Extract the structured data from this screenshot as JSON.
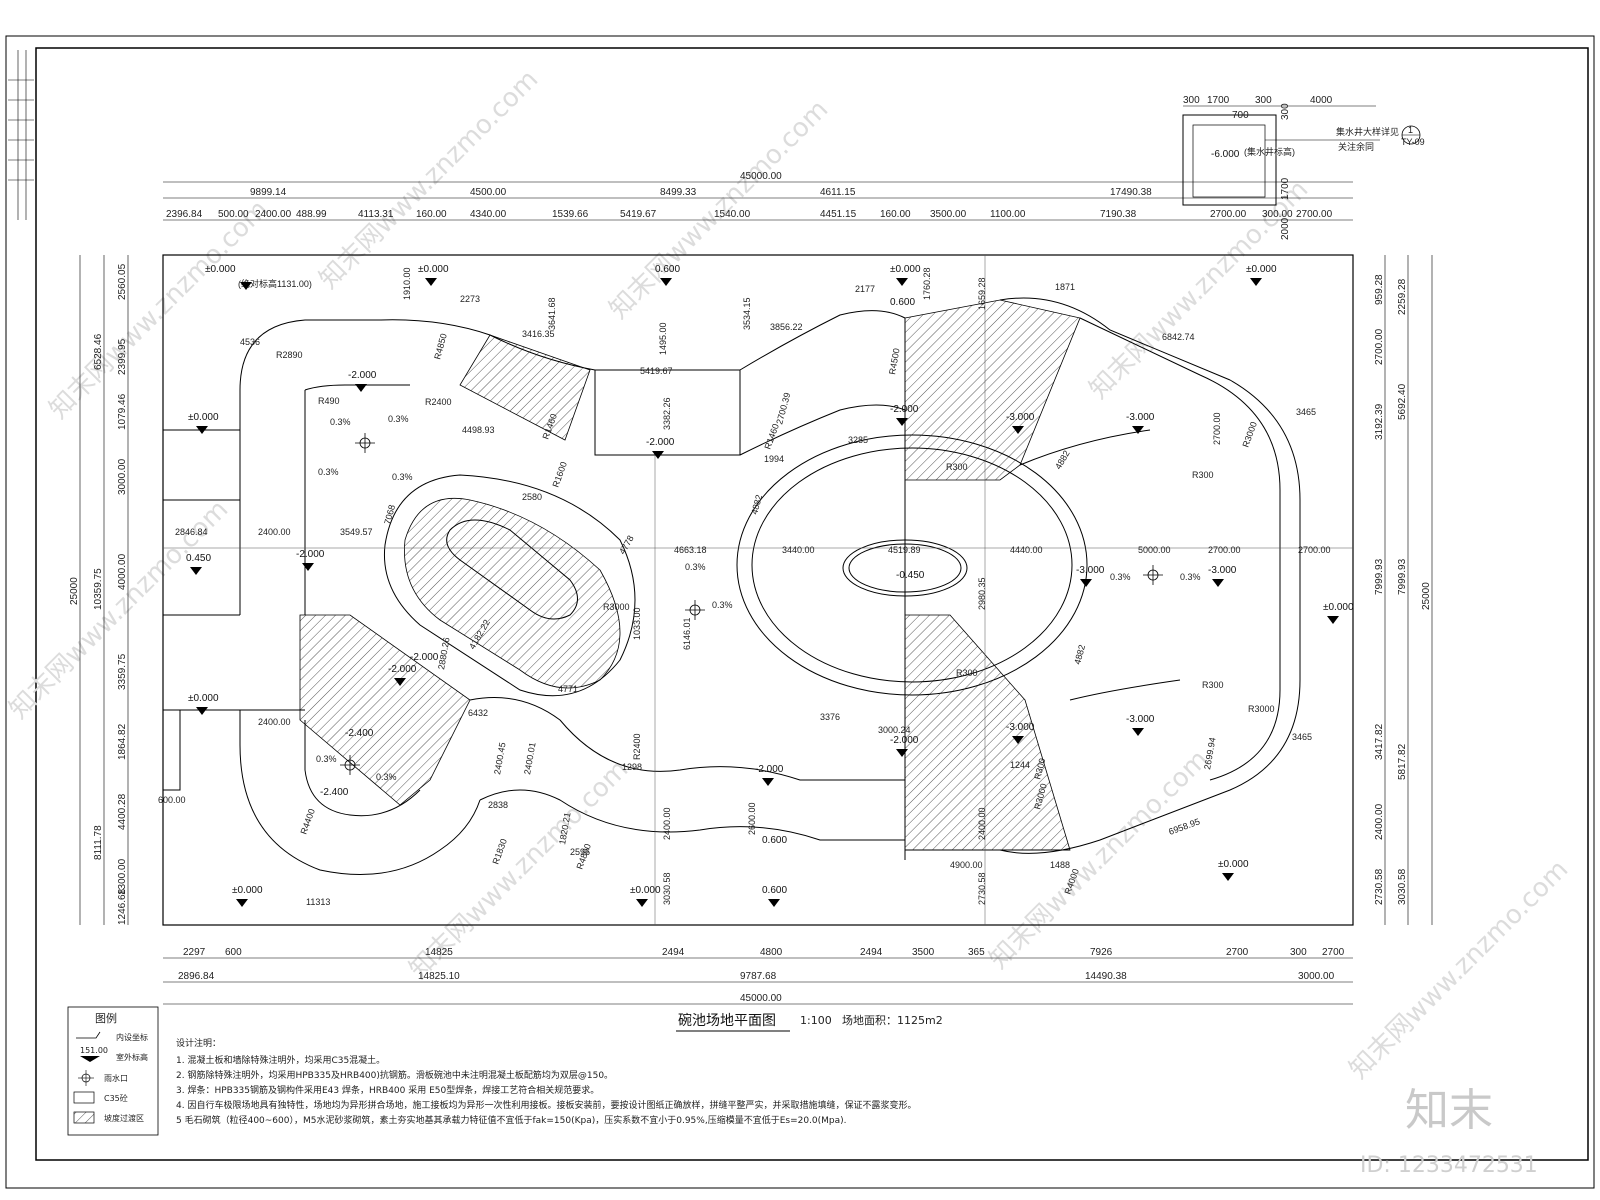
{
  "drawing": {
    "title": "碗池场地平面图",
    "scale": "1:100",
    "area_label": "场地面积：1125m2",
    "sump": {
      "top_dims": [
        "300",
        "1700",
        "300",
        "4000"
      ],
      "inner_dim": "700",
      "side_dims": [
        "300",
        "1700",
        "2000"
      ],
      "elev": "-6.000",
      "elev_note": "(集水井标高)",
      "callout_text": "集水井大样详见",
      "callout_text2": "关注余同",
      "callout_num": "1",
      "callout_ref": "TY-09"
    },
    "top_dims_total": "45000.00",
    "top_dims_row1": [
      "9899.14",
      "4500.00",
      "8499.33",
      "4611.15",
      "17490.38"
    ],
    "top_dims_row2": [
      "2396.84",
      "500.00",
      "2400.00",
      "488.99",
      "4113.31",
      "160.00",
      "4340.00",
      "1539.66",
      "5419.67",
      "1540.00",
      "4451.15",
      "160.00",
      "3500.00",
      "1100.00",
      "7190.38",
      "2700.00",
      "300.00",
      "2700.00"
    ],
    "bottom_dims_row1": [
      "2297",
      "600",
      "14825",
      "2494",
      "4800",
      "2494",
      "3500",
      "365",
      "7926",
      "2700",
      "300",
      "2700"
    ],
    "bottom_dims_row2": [
      "2896.84",
      "14825.10",
      "9787.68",
      "14490.38",
      "3000.00"
    ],
    "bottom_total": "45000.00",
    "left_total": "25000",
    "left_dims_outer": [
      "6528.46",
      "10359.75",
      "8111.78"
    ],
    "left_dims_inner": [
      "2560.05",
      "2399.95",
      "1079.46",
      "3000.00",
      "4000.00",
      "3359.75",
      "1864.82",
      "4400.28",
      "1300.00",
      "1246.68"
    ],
    "right_total": "25000",
    "right_dims_outer": [
      "2259.28",
      "5692.40",
      "7999.93",
      "5817.82",
      "3030.58"
    ],
    "right_dims_inner": [
      "959.28",
      "2700.00",
      "3192.39",
      "7999.93",
      "3417.82",
      "2400.00",
      "2730.58"
    ],
    "elevations": [
      {
        "t": "±0.000",
        "n": "(绝对标高1131.00)"
      },
      {
        "t": "±0.000"
      },
      {
        "t": "0.600"
      },
      {
        "t": "±0.000"
      },
      {
        "t": "0.600"
      },
      {
        "t": "±0.000"
      },
      {
        "t": "±0.000"
      },
      {
        "t": "-2.000"
      },
      {
        "t": "-2.000"
      },
      {
        "t": "-2.000"
      },
      {
        "t": "-3.000"
      },
      {
        "t": "-3.000"
      },
      {
        "t": "0.450"
      },
      {
        "t": "-2.000"
      },
      {
        "t": "-0.450"
      },
      {
        "t": "-3.000"
      },
      {
        "t": "-3.000"
      },
      {
        "t": "±0.000"
      },
      {
        "t": "±0.000"
      },
      {
        "t": "-2.000"
      },
      {
        "t": "-2.400"
      },
      {
        "t": "-2.400"
      },
      {
        "t": "-2.000"
      },
      {
        "t": "-2.000"
      },
      {
        "t": "-3.000"
      },
      {
        "t": "-3.000"
      },
      {
        "t": "±0.000"
      },
      {
        "t": "±0.000"
      },
      {
        "t": "0.600"
      },
      {
        "t": "0.600"
      },
      {
        "t": "±0.000"
      },
      {
        "t": "-2.000"
      }
    ],
    "slopes": [
      "0.3%",
      "0.3%",
      "0.3%",
      "0.3%",
      "0.3%",
      "0.3%",
      "0.3%",
      "0.3%",
      "0.3%",
      "0.3%"
    ],
    "radii": [
      "R2890",
      "R4850",
      "R490",
      "R2400",
      "R1460",
      "R1600",
      "R1460",
      "R4500",
      "R300",
      "R3000",
      "R300",
      "R3000",
      "R300",
      "R300",
      "R3000",
      "R300",
      "R4400",
      "R1830",
      "R4800",
      "R2400",
      "R4000",
      "R3000"
    ],
    "inner_dims": [
      "4536",
      "1910.00",
      "2273",
      "3416.35",
      "3641.68",
      "4498.93",
      "3534.15",
      "3856.22",
      "2177",
      "1760.28",
      "1871",
      "1659.28",
      "6842.74",
      "3465",
      "1495.00",
      "5419.67",
      "3382.26",
      "2700.39",
      "1994",
      "3285",
      "7068",
      "2580",
      "4778",
      "4663.18",
      "3440.00",
      "4519.89",
      "4440.00",
      "5000.00",
      "2700.00",
      "2700.00",
      "2846.84",
      "2400.00",
      "3549.57",
      "2980.35",
      "4882",
      "4771",
      "1033.00",
      "6146.01",
      "6432",
      "2880.26",
      "4182.22",
      "3376",
      "2700.00",
      "2699.94",
      "3465",
      "2400.45",
      "2400.01",
      "1298",
      "2600.00",
      "2400.00",
      "1820.21",
      "2596",
      "2838",
      "11313",
      "6958.95",
      "1488",
      "4900.00",
      "3030.58",
      "2730.58",
      "2400.00",
      "1244",
      "3000.24",
      "600.00",
      "2400.00",
      "4882",
      "4882"
    ],
    "legend": {
      "title": "图例",
      "items": [
        "内设坐标",
        "室外标高",
        "雨水口",
        "C35砼",
        "坡度过渡区"
      ],
      "elev_sample": "151.00"
    },
    "notes_title": "设计注明：",
    "notes": [
      "1. 混凝土板和墙除特殊注明外，均采用C35混凝土。",
      "2. 钢筋除特殊注明外，均采用HPB335及HRB400)抗钢筋。滑板碗池中未注明混凝土板配筋均为双层@150。",
      "3. 焊条：HPB335钢筋及钢构件采用E43   焊条，HRB400 采用 E50型焊条，焊接工艺符合相关规范要求。",
      "4. 因自行车极限场地具有独特性，场地均为异形拼合场地，施工接板均为异形一次性利用接板。接板安装前，要按设计图纸正确放样，拼缝平整严实，并采取措施填缝，保证不露浆变形。",
      "5  毛石砌筑（粒径400~600），M5水泥砂浆砌筑，素土夯实地基其承载力特征值不宜低于fak=150(Kpa)，压实系数不宜小于0.95%,压缩模量不宜低于Es=20.0(Mpa)."
    ],
    "watermarks": [
      "知末网www.znzmo.com",
      "知末网www.znzmo.com",
      "知末网www.znzmo.com",
      "知末网www.znzmo.com",
      "知末网www.znzmo.com",
      "知末网www.znzmo.com",
      "知末网www.znzmo.com",
      "知末网www.znzmo.com"
    ],
    "logo": "知末",
    "id_label": "ID: 1233472531"
  }
}
